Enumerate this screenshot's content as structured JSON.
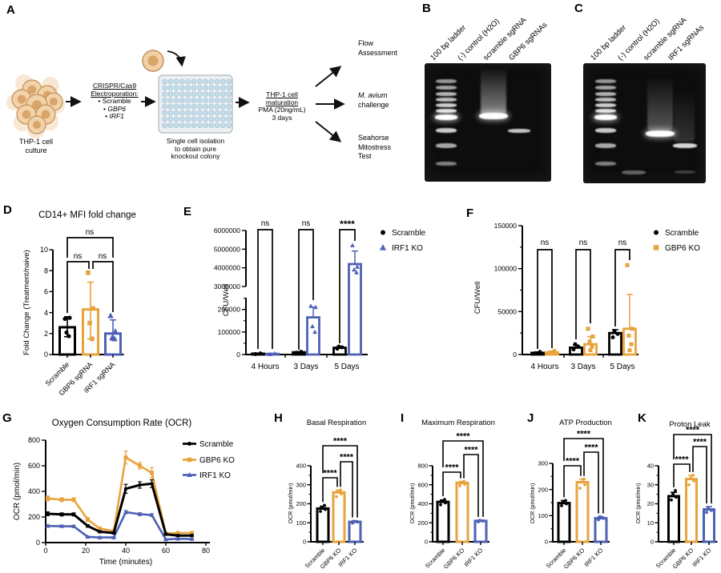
{
  "colors": {
    "black": "#000000",
    "orange": "#E8A33D",
    "blue": "#4E61B5"
  },
  "panels": {
    "a": "A",
    "b": "B",
    "c": "C",
    "d": "D",
    "e": "E",
    "f": "F",
    "g": "G",
    "h": "H",
    "i": "I",
    "j": "J",
    "k": "K"
  },
  "panel_a": {
    "culture_label": [
      "THP-1 cell",
      "culture"
    ],
    "electro_title": [
      "CRISPR/Cas9",
      "Electroporation:"
    ],
    "electro_items": [
      "Scramble",
      "GBP6",
      "IRF1"
    ],
    "plate_caption": [
      "Single cell isolation",
      "to obtain pure",
      "knockout colony"
    ],
    "maturation": [
      "THP-1 cell",
      "maturation",
      "PMA (20ng/mL)",
      "3 days"
    ],
    "out_flow": [
      "Flow",
      "Assessment"
    ],
    "out_avium": [
      "M. avium",
      "challenge"
    ],
    "out_seahorse": [
      "Seahorse",
      "Mitostress",
      "Test"
    ]
  },
  "panel_b": {
    "lanes": [
      "100 bp ladder",
      "(-) control (H2O)",
      "scramble sgRNA",
      "GBP6 sgRNAs"
    ]
  },
  "panel_c": {
    "lanes": [
      "100 bp ladder",
      "(-) control (H2O)",
      "scramble sgRNA",
      "IRF1 sgRNAs"
    ]
  },
  "chart_data": [
    {
      "id": "D",
      "type": "bar",
      "title": "CD14+ MFI fold change",
      "ylabel": "Fold Change (Treatment/naive)",
      "ylim": [
        0,
        10
      ],
      "yticks": [
        0,
        2,
        4,
        6,
        8,
        10
      ],
      "categories": [
        "Scramble",
        "GBP6 sgRNA",
        "IRF1 sgRNA"
      ],
      "bars": [
        {
          "value": 2.6,
          "err_up": 1.0,
          "err_down": 0.9,
          "color": "black",
          "marker": "circle",
          "points": [
            3.4,
            3.5,
            2.1,
            1.75
          ]
        },
        {
          "value": 4.3,
          "err_up": 2.6,
          "err_down": 2.8,
          "color": "orange",
          "marker": "square",
          "points": [
            7.8,
            4.4,
            3.0,
            1.5
          ]
        },
        {
          "value": 2.0,
          "err_up": 1.3,
          "err_down": 0.6,
          "color": "blue",
          "marker": "triangle",
          "points": [
            3.7,
            2.2,
            1.6,
            1.5
          ]
        }
      ],
      "sig": [
        {
          "a": 0,
          "b": 1,
          "label": "ns"
        },
        {
          "a": 1,
          "b": 2,
          "label": "ns"
        },
        {
          "a": 0,
          "b": 2,
          "label": "ns"
        }
      ]
    },
    {
      "id": "E",
      "type": "grouped-bar-broken-axis",
      "ylabel": "CFU/Well",
      "categories": [
        "4 Hours",
        "3 Days",
        "5 Days"
      ],
      "lower_ticks": [
        0,
        100000,
        200000
      ],
      "upper_ticks": [
        3000000,
        4000000,
        5000000,
        6000000
      ],
      "series": [
        {
          "name": "Scramble",
          "color": "black",
          "marker": "circle",
          "values": [
            4000,
            10000,
            30000
          ],
          "err_up": [
            2000,
            3000,
            5000
          ],
          "points": [
            [
              2000,
              5000
            ],
            [
              8000,
              12000
            ],
            [
              26000,
              32000,
              35000
            ]
          ]
        },
        {
          "name": "IRF1 KO",
          "color": "blue",
          "marker": "triangle",
          "values": [
            3000,
            165000,
            4200000
          ],
          "err_up": [
            2000,
            45000,
            700000
          ],
          "points": [
            [
              1000,
              4000
            ],
            [
              215000,
              210000,
              125000,
              100000
            ],
            [
              5200000,
              4050000,
              3900000,
              3750000
            ]
          ]
        }
      ],
      "sig": [
        {
          "group": 0,
          "label": "ns"
        },
        {
          "group": 1,
          "label": "ns"
        },
        {
          "group": 2,
          "label": "****"
        }
      ]
    },
    {
      "id": "F",
      "type": "grouped-bar",
      "ylabel": "CFU/Well",
      "ylim": [
        0,
        150000
      ],
      "yticks": [
        0,
        50000,
        100000,
        150000
      ],
      "categories": [
        "4 Hours",
        "3 Days",
        "5 Days"
      ],
      "series": [
        {
          "name": "Scramble",
          "color": "black",
          "marker": "circle",
          "values": [
            2000,
            8000,
            25000
          ],
          "err_up": [
            1000,
            3000,
            4000
          ],
          "points": [
            [
              1500,
              3000
            ],
            [
              6000,
              9000,
              12000
            ],
            [
              20000,
              24000,
              27000
            ]
          ]
        },
        {
          "name": "GBP6 KO",
          "color": "orange",
          "marker": "square",
          "values": [
            2500,
            12000,
            30000
          ],
          "err_up": [
            1500,
            9000,
            40000
          ],
          "points": [
            [
              2000,
              4000
            ],
            [
              30000,
              21000,
              15000,
              9000,
              5000
            ],
            [
              104000,
              30000,
              22000,
              12000,
              5000
            ]
          ]
        }
      ],
      "sig": [
        {
          "group": 0,
          "label": "ns"
        },
        {
          "group": 1,
          "label": "ns"
        },
        {
          "group": 2,
          "label": "ns"
        }
      ]
    },
    {
      "id": "G",
      "type": "line",
      "title": "Oxygen Consumption Rate (OCR)",
      "xlabel": "Time (minutes)",
      "ylabel": "OCR (pmol/min)",
      "xlim": [
        0,
        80
      ],
      "ylim": [
        0,
        800
      ],
      "xticks": [
        0,
        20,
        40,
        60,
        80
      ],
      "yticks": [
        0,
        200,
        400,
        600,
        800
      ],
      "x": [
        1,
        8,
        14,
        21,
        27,
        34,
        40,
        47,
        53,
        60,
        66,
        73
      ],
      "series": [
        {
          "name": "Scramble",
          "color": "black",
          "marker": "circle",
          "values": [
            225,
            220,
            220,
            130,
            85,
            75,
            420,
            450,
            460,
            65,
            55,
            55
          ],
          "err": [
            15,
            12,
            12,
            10,
            8,
            8,
            35,
            25,
            30,
            8,
            8,
            8
          ]
        },
        {
          "name": "GBP6 KO",
          "color": "orange",
          "marker": "square",
          "values": [
            345,
            335,
            335,
            180,
            110,
            90,
            665,
            600,
            545,
            70,
            75,
            75
          ],
          "err": [
            18,
            15,
            15,
            15,
            10,
            8,
            50,
            25,
            40,
            8,
            8,
            10
          ]
        },
        {
          "name": "IRF1 KO",
          "color": "blue",
          "marker": "triangle",
          "values": [
            130,
            128,
            127,
            45,
            40,
            40,
            238,
            222,
            215,
            25,
            30,
            28
          ],
          "err": [
            8,
            8,
            8,
            5,
            5,
            5,
            12,
            10,
            10,
            5,
            5,
            5
          ]
        }
      ]
    },
    {
      "id": "H",
      "type": "bar",
      "title": "Basal Respiration",
      "ylabel": "OCR (pmol/min)",
      "ylim": [
        0,
        400
      ],
      "yticks": [
        0,
        100,
        200,
        300,
        400
      ],
      "categories": [
        "Scramble",
        "GBP6 KO",
        "IRF1 KO"
      ],
      "bars": [
        {
          "value": 175,
          "err_up": 12,
          "color": "black",
          "points": [
            160,
            170,
            182,
            192
          ]
        },
        {
          "value": 260,
          "err_up": 12,
          "color": "orange",
          "points": [
            238,
            252,
            262,
            272
          ]
        },
        {
          "value": 105,
          "err_up": 6,
          "color": "blue",
          "points": [
            98,
            104,
            108
          ]
        }
      ],
      "sig": [
        {
          "a": 0,
          "b": 1,
          "label": "****"
        },
        {
          "a": 1,
          "b": 2,
          "label": "****"
        },
        {
          "a": 0,
          "b": 2,
          "label": "****"
        }
      ]
    },
    {
      "id": "I",
      "type": "bar",
      "title": "Maximum Respiration",
      "ylabel": "OCR (pmol/min)",
      "ylim": [
        0,
        800
      ],
      "yticks": [
        0,
        200,
        400,
        600,
        800
      ],
      "categories": [
        "Scramble",
        "GBP6 KO",
        "IRF1 KO"
      ],
      "bars": [
        {
          "value": 420,
          "err_up": 20,
          "color": "black",
          "points": [
            390,
            410,
            430,
            445
          ]
        },
        {
          "value": 620,
          "err_up": 15,
          "color": "orange",
          "points": [
            590,
            605,
            620,
            635
          ]
        },
        {
          "value": 220,
          "err_up": 8,
          "color": "blue",
          "points": [
            210,
            218,
            226
          ]
        }
      ],
      "sig": [
        {
          "a": 0,
          "b": 1,
          "label": "****"
        },
        {
          "a": 1,
          "b": 2,
          "label": "****"
        },
        {
          "a": 0,
          "b": 2,
          "label": "****"
        }
      ]
    },
    {
      "id": "J",
      "type": "bar",
      "title": "ATP Production",
      "ylabel": "OCR (pmol/min)",
      "ylim": [
        0,
        300
      ],
      "yticks": [
        0,
        100,
        200,
        300
      ],
      "categories": [
        "Scramble",
        "GBP6 KO",
        "IRF1 KO"
      ],
      "bars": [
        {
          "value": 148,
          "err_up": 10,
          "color": "black",
          "points": [
            138,
            145,
            152,
            158
          ]
        },
        {
          "value": 228,
          "err_up": 12,
          "color": "orange",
          "points": [
            205,
            218,
            228,
            240
          ]
        },
        {
          "value": 90,
          "err_up": 6,
          "color": "blue",
          "points": [
            84,
            90,
            96
          ]
        }
      ],
      "sig": [
        {
          "a": 0,
          "b": 1,
          "label": "****"
        },
        {
          "a": 1,
          "b": 2,
          "label": "****"
        },
        {
          "a": 0,
          "b": 2,
          "label": "****"
        }
      ]
    },
    {
      "id": "K",
      "type": "bar",
      "title": "Proton Leak",
      "ylabel": "OCR (pmol/min)",
      "ylim": [
        0,
        40
      ],
      "yticks": [
        0,
        10,
        20,
        30,
        40
      ],
      "categories": [
        "Scramble",
        "GBP6 KO",
        "IRF1 KO"
      ],
      "bars": [
        {
          "value": 24,
          "err_up": 2,
          "color": "black",
          "points": [
            22,
            23.5,
            25,
            27
          ]
        },
        {
          "value": 33,
          "err_up": 2,
          "color": "orange",
          "points": [
            30,
            32,
            33.5,
            35
          ]
        },
        {
          "value": 17,
          "err_up": 1.5,
          "color": "blue",
          "points": [
            15.5,
            16.5,
            17.5
          ]
        }
      ],
      "sig": [
        {
          "a": 0,
          "b": 1,
          "label": "****"
        },
        {
          "a": 1,
          "b": 2,
          "label": "****"
        },
        {
          "a": 0,
          "b": 2,
          "label": "****"
        }
      ]
    }
  ]
}
